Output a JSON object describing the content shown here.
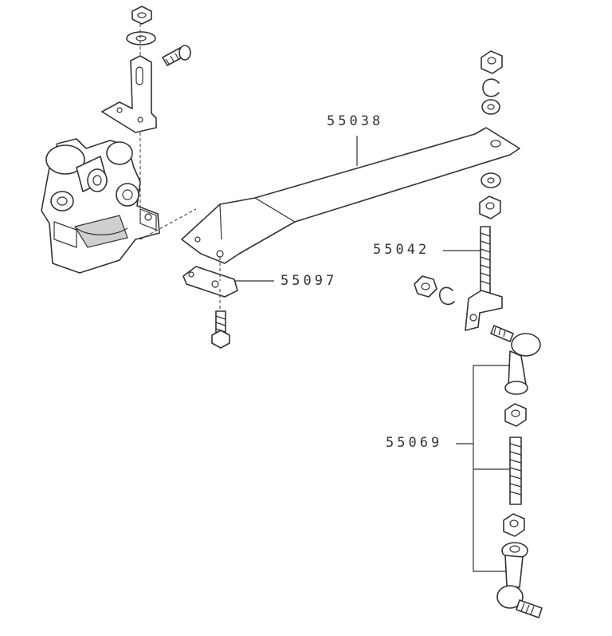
{
  "parts": {
    "p55038": "55038",
    "p55042": "55042",
    "p55097": "55097",
    "p55069": "55069"
  },
  "colors": {
    "line": "#333333",
    "background": "#ffffff",
    "shade": "#cfcfcf"
  }
}
